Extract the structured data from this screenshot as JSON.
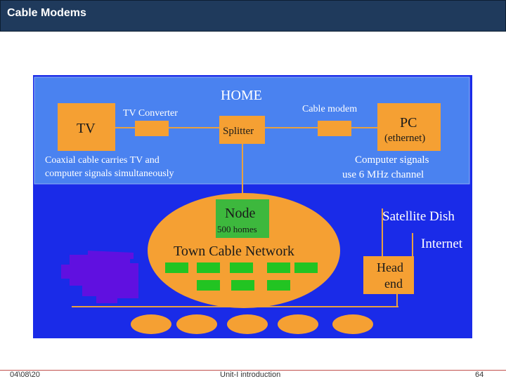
{
  "slide": {
    "title": "Cable Modems"
  },
  "diagram": {
    "home": "HOME",
    "tv": "TV",
    "tv_converter": "TV Converter",
    "splitter": "Splitter",
    "cable_modem": "Cable modem",
    "pc": "PC",
    "pc_sub": "(ethernet)",
    "coax_line1": "Coaxial cable carries TV and",
    "coax_line2": "computer signals   simultaneously",
    "comp_line1": "Computer signals",
    "comp_line2": "use 6 MHz channel",
    "node": "Node",
    "node_sub": "500 homes",
    "town": "Town Cable Network",
    "satellite": "Satellite Dish",
    "internet": "Internet",
    "headend_line1": "Head",
    "headend_line2": "end"
  },
  "footer": {
    "date": "04\\08\\20",
    "center": "Unit-I introduction",
    "page": "64"
  }
}
